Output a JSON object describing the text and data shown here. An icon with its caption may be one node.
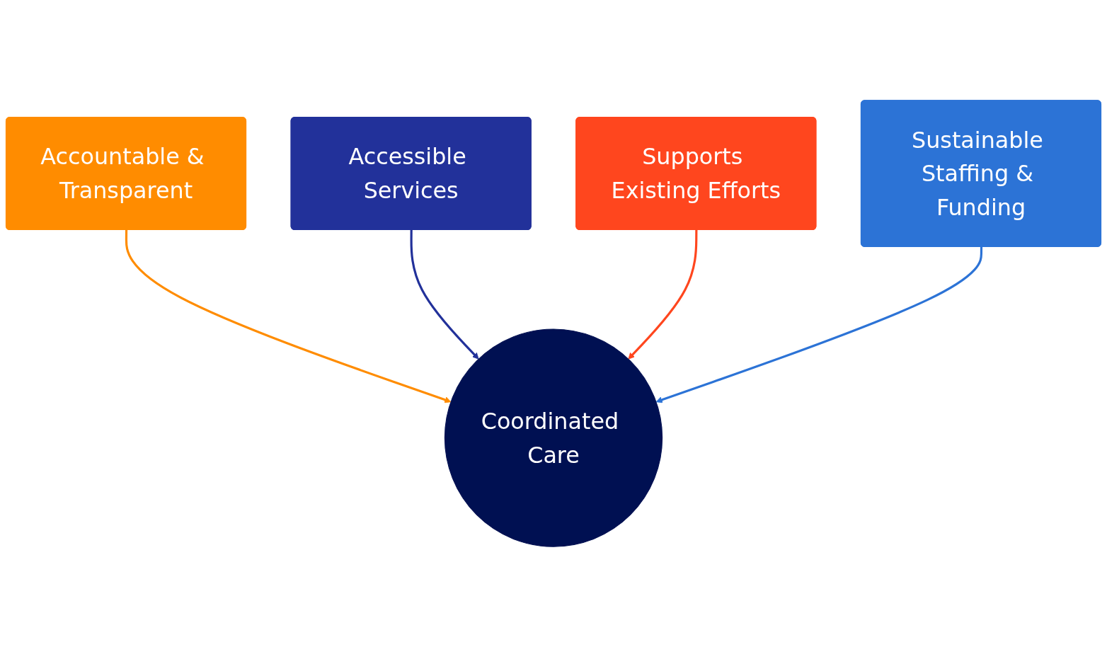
{
  "diagram": {
    "nodes": [
      {
        "text": [
          "Accountable & Transparent"
        ]
      },
      {
        "text": [
          "Accessible Services"
        ]
      },
      {
        "text": [
          "Supports Existing Efforts"
        ]
      },
      {
        "text": [
          "Sustainable Staffing & Funding"
        ]
      },
      {
        "text": [
          "Coordinated Care"
        ]
      }
    ],
    "edges": [
      {
        "from": 0,
        "to": 4,
        "arrow": "to",
        "color": "#ff8c00"
      },
      {
        "from": 1,
        "to": 4,
        "arrow": "to",
        "color": "#22319a"
      },
      {
        "from": 2,
        "to": 4,
        "arrow": "to",
        "color": "#ff461e"
      },
      {
        "from": 3,
        "to": 4,
        "arrow": "to",
        "color": "#2c73d6"
      }
    ]
  }
}
